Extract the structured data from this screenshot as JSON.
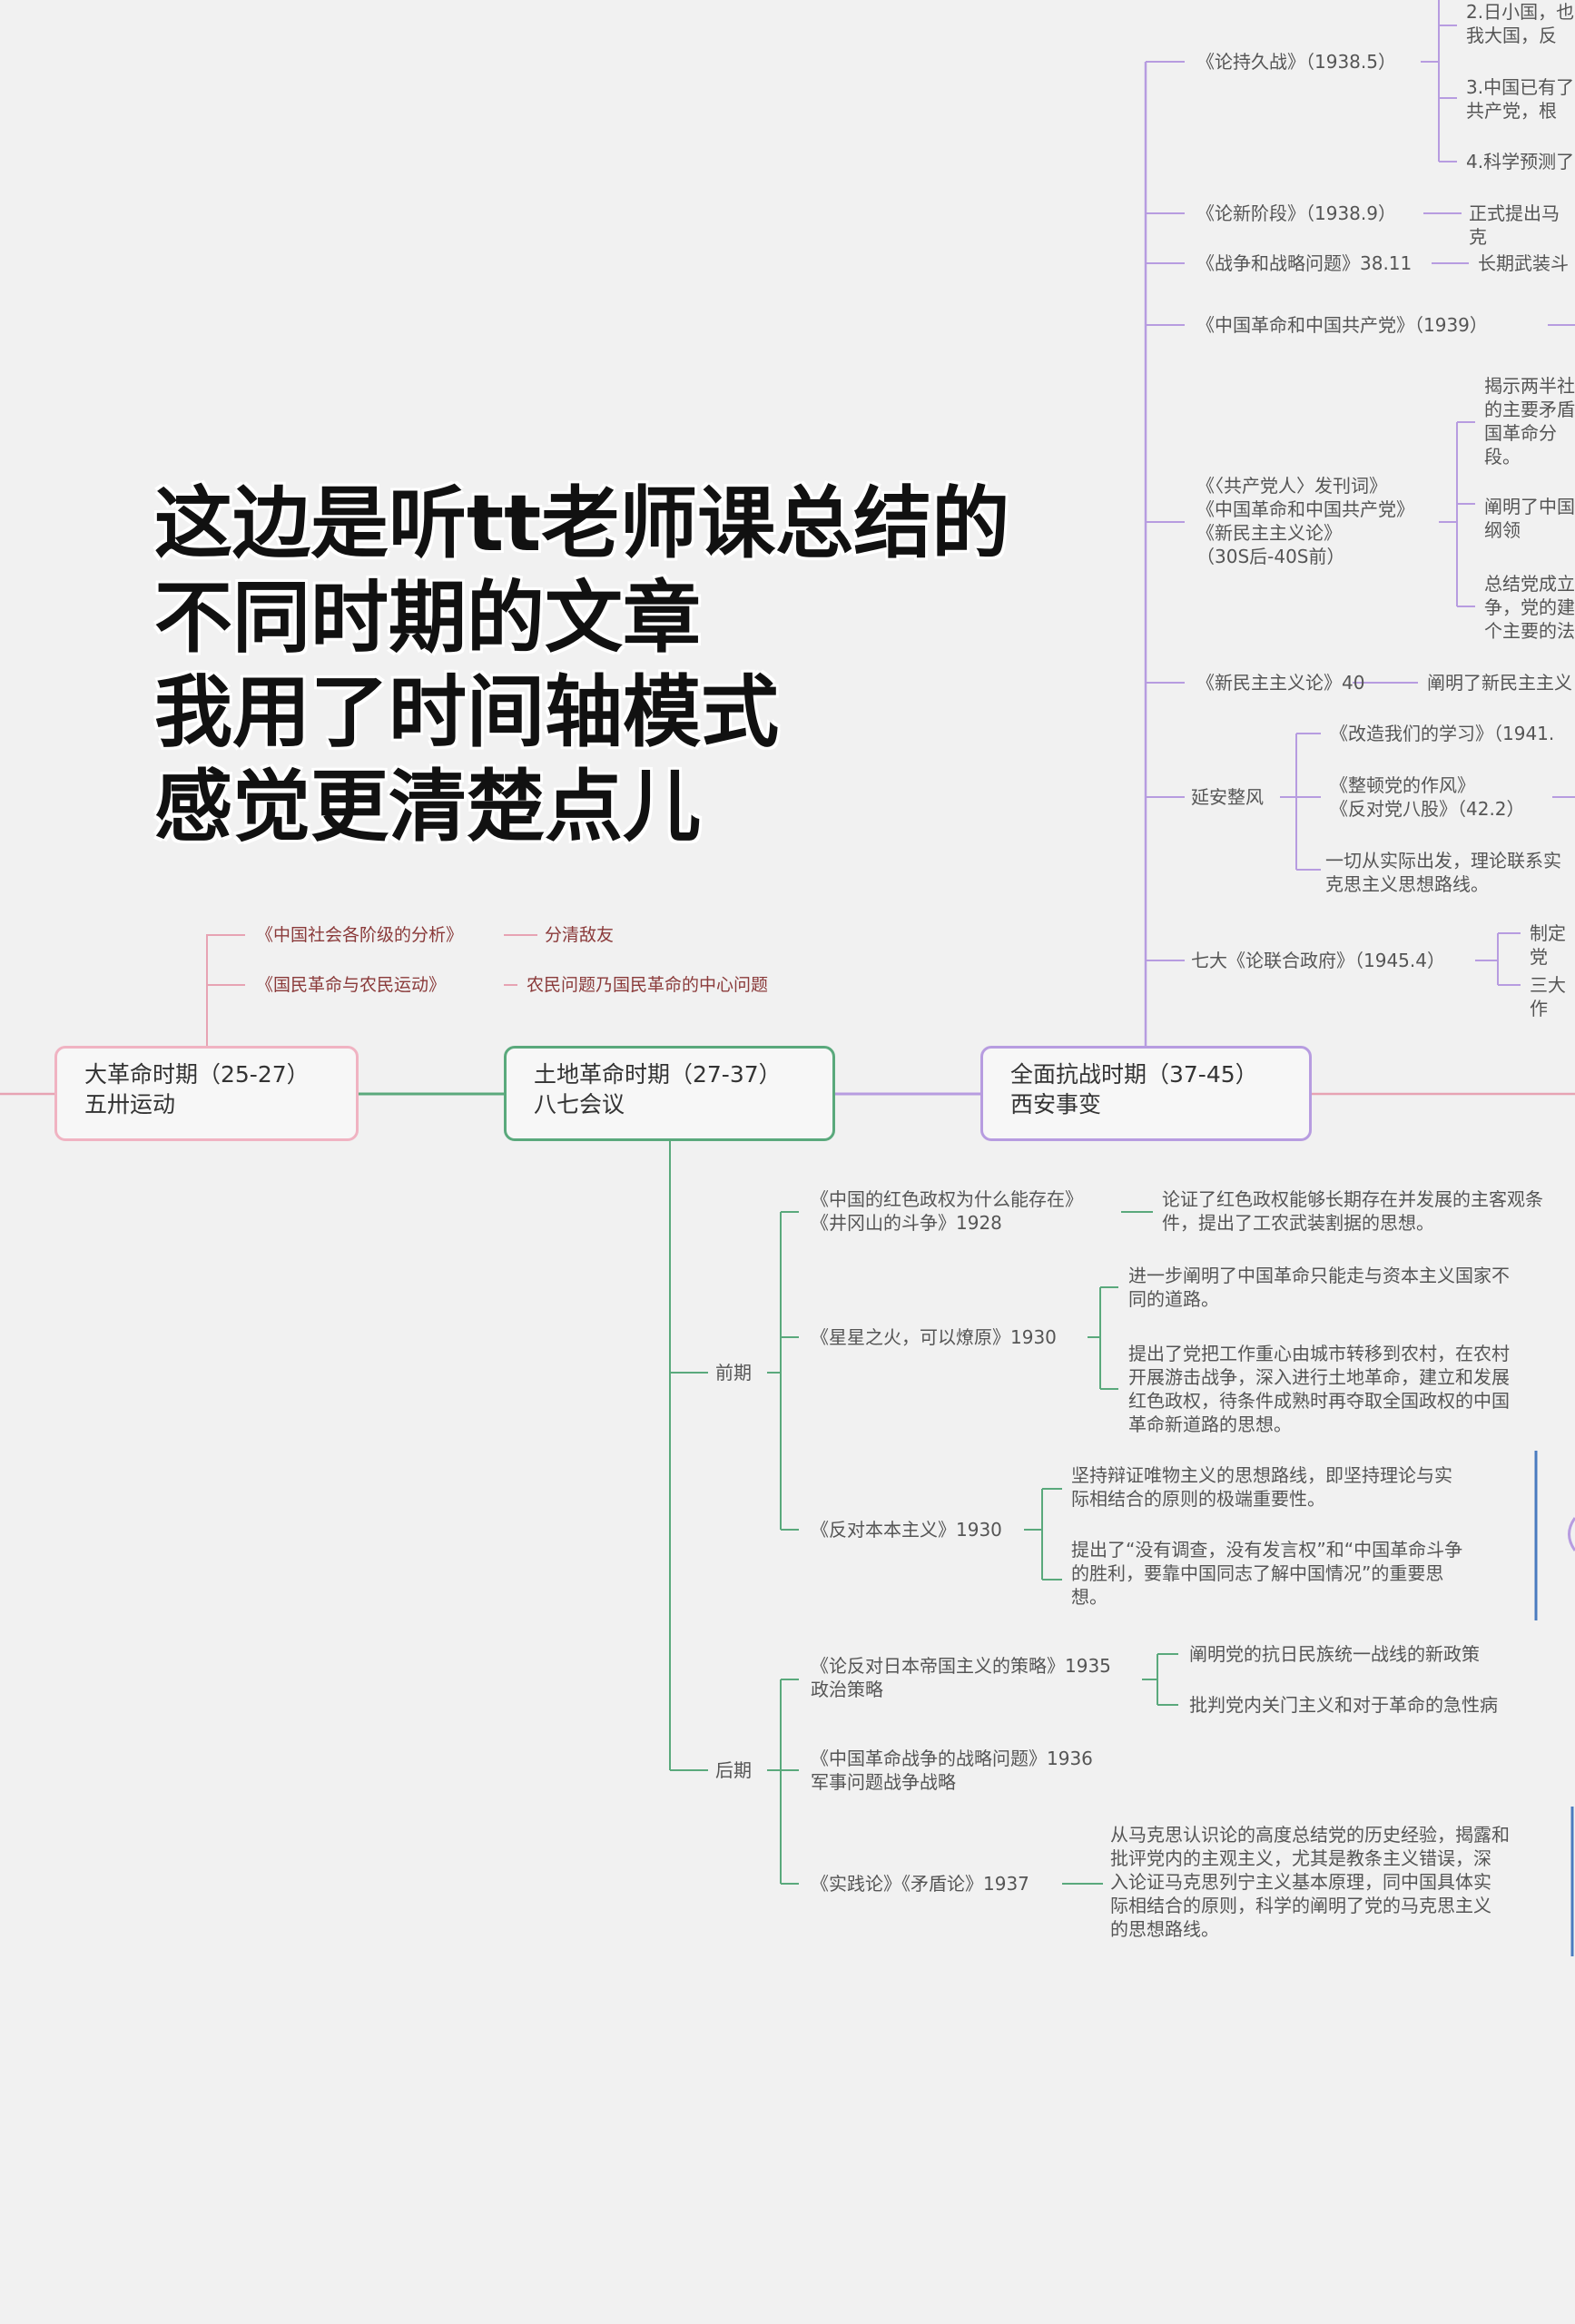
{
  "overlay": {
    "caption": "这边是听tt老师课总结的\n不同时期的文章\n我用了时间轴模式\n感觉更清楚点儿"
  },
  "nodes": {
    "n1": "大革命时期（25-27）\n五卅运动",
    "n2": "土地革命时期（27-37）\n八七会议",
    "n3": "全面抗战时期（37-45）\n西安事变"
  },
  "colors": {
    "pink": "#e7a3b3",
    "green": "#5aa97c",
    "purple": "#b79ce0",
    "blue": "#4a7bbf"
  },
  "great_revolution": {
    "items": [
      {
        "title": "《中国社会各阶级的分析》",
        "desc": "分清敌友"
      },
      {
        "title": "《国民革命与农民运动》",
        "desc": "农民问题乃国民革命的中心问题"
      }
    ]
  },
  "land_revolution": {
    "early": {
      "label": "前期",
      "i1_title": "《中国的红色政权为什么能存在》\n《井冈山的斗争》1928",
      "i1_desc": "论证了红色政权能够长期存在并发展的主客观条\n件，提出了工农武装割据的思想。",
      "i2_title": "《星星之火，可以燎原》1930",
      "i2_d1": "进一步阐明了中国革命只能走与资本主义国家不\n同的道路。",
      "i2_d2": "提出了党把工作重心由城市转移到农村，在农村\n开展游击战争，深入进行土地革命，建立和发展\n红色政权，待条件成熟时再夺取全国政权的中国\n革命新道路的思想。",
      "i3_title": "《反对本本主义》1930",
      "i3_d1": "坚持辩证唯物主义的思想路线，即坚持理论与实\n际相结合的原则的极端重要性。",
      "i3_d2": "提出了“没有调查，没有发言权”和“中国革命斗争\n的胜利，要靠中国同志了解中国情况”的重要思\n想。"
    },
    "late": {
      "label": "后期",
      "i1_title": "《论反对日本帝国主义的策略》1935\n政治策略",
      "i1_d1": "阐明党的抗日民族统一战线的新政策",
      "i1_d2": "批判党内关门主义和对于革命的急性病",
      "i2_title": "《中国革命战争的战略问题》1936\n军事问题战争战略",
      "i3_title": "《实践论》《矛盾论》1937",
      "i3_desc": "从马克思认识论的高度总结党的历史经验，揭露和\n批评党内的主观主义，尤其是教条主义错误，深\n入论证马克思列宁主义基本原理，同中国具体实\n际相结合的原则，科学的阐明了党的马克思主义\n的思想路线。"
    }
  },
  "anti_japanese": {
    "p1_title": "《论持久战》（1938.5）",
    "p1_d2": "2.日小国，也\n我大国，反",
    "p1_d3": "3.中国已有了\n共产党，根",
    "p1_d4": "4.科学预测了",
    "p2_title": "《论新阶段》（1938.9）",
    "p2_desc": "正式提出马克",
    "p3_title": "《战争和战略问题》38.11",
    "p3_desc": "长期武装斗",
    "p4_title": "《中国革命和中国共产党》（1939）",
    "p5_title": "《〈共产党人〉发刊词》\n《中国革命和中国共产党》\n《新民主主义论》\n（30S后-40S前）",
    "p5_d1": "揭示两半社\n的主要矛盾\n国革命分\n段。",
    "p5_d2": "阐明了中国\n纲领",
    "p5_d3": "总结党成立\n争，党的建\n个主要的法",
    "p6_title": "《新民主主义论》40",
    "p6_desc": "阐明了新民主主义",
    "p7_title": "延安整风",
    "p7_c1": "《改造我们的学习》（1941.",
    "p7_c2": "《整顿党的作风》\n《反对党八股》（42.2）",
    "p7_c3": "一切从实际出发，理论联系实\n克思主义思想路线。",
    "p8_title": "七大《论联合政府》（1945.4）",
    "p8_d1": "制定党",
    "p8_d2": "三大作"
  }
}
